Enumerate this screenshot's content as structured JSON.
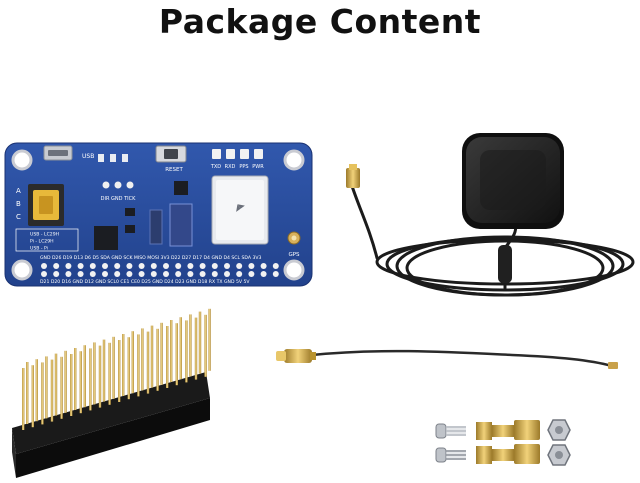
{
  "header": {
    "title": "Package Content"
  },
  "board": {
    "usb_label": "USB",
    "reset_label": "RESET",
    "led_labels": [
      "TXD",
      "RXD",
      "PPS",
      "PWR"
    ],
    "switch_labels": [
      "A",
      "B",
      "C"
    ],
    "mode_labels": [
      "USB - LC29H",
      "Pi - LC29H",
      "USB - Pi"
    ],
    "dir_label": "DIR GND TICK",
    "gps_label": "GPS",
    "pin_top_row": "GND D26 D19  D13  D6  D5  SDA GND SCK MISO MOSI 3V3 D22  D27 D17 D4  GND  D4  SCL SDA 3V3",
    "pin_bottom_row": "D21 D20 D16 GND D12 GND SCL0 CE1 CE0 D25 GND D24 D23 GND D18  RX  TX  GND  5V  5V"
  },
  "colors": {
    "pcb": "#2a4c9a",
    "pcb_dark": "#1e3a7e",
    "gold": "#d7b15a",
    "antenna": "#1b1b1b"
  },
  "icons": [
    "gps-hat-board",
    "gps-antenna",
    "pin-header",
    "rf-cable",
    "screws-standoffs"
  ]
}
